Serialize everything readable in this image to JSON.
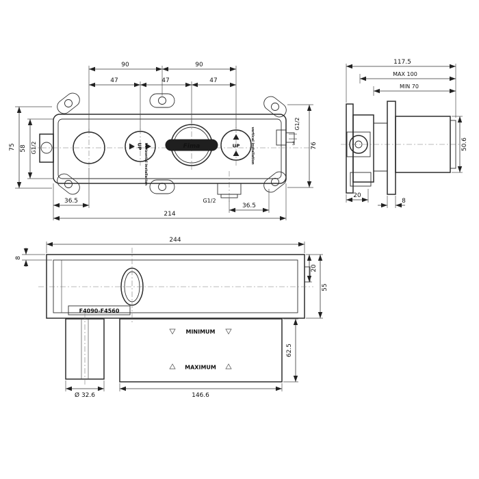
{
  "drawing": {
    "front": {
      "dims": {
        "span1": "90",
        "span2": "90",
        "sub1": "47",
        "sub2": "47",
        "sub3": "47",
        "height_outer": "75",
        "height_inner": "58",
        "thread_left": "G1/2",
        "thread_right": "G1/2",
        "thread_bottom": "G1/2",
        "offset_right": "3",
        "height_right": "76",
        "offset_bottom_left": "36.5",
        "offset_bottom_right": "36.5",
        "total_width": "214"
      },
      "labels": {
        "up": "UP",
        "horizontal_installation": "horizontal installation",
        "vertical_installation": "vertical installation",
        "brand": "Fima"
      }
    },
    "side": {
      "dims": {
        "total_depth": "117.5",
        "max_depth": "MAX 100",
        "min_depth": "MIN 70",
        "height": "50.6",
        "plate_depth": "20",
        "flange_depth": "8"
      }
    },
    "bottom": {
      "dims": {
        "total_length": "244",
        "flange_thickness": "8",
        "stub_height": "20",
        "body_height": "55",
        "block_height": "62.5",
        "diameter": "Ø 32.6",
        "block_width": "146.6"
      },
      "labels": {
        "model": "F4090-F4560",
        "minimum": "MINIMUM",
        "maximum": "MAXIMUM"
      }
    }
  }
}
